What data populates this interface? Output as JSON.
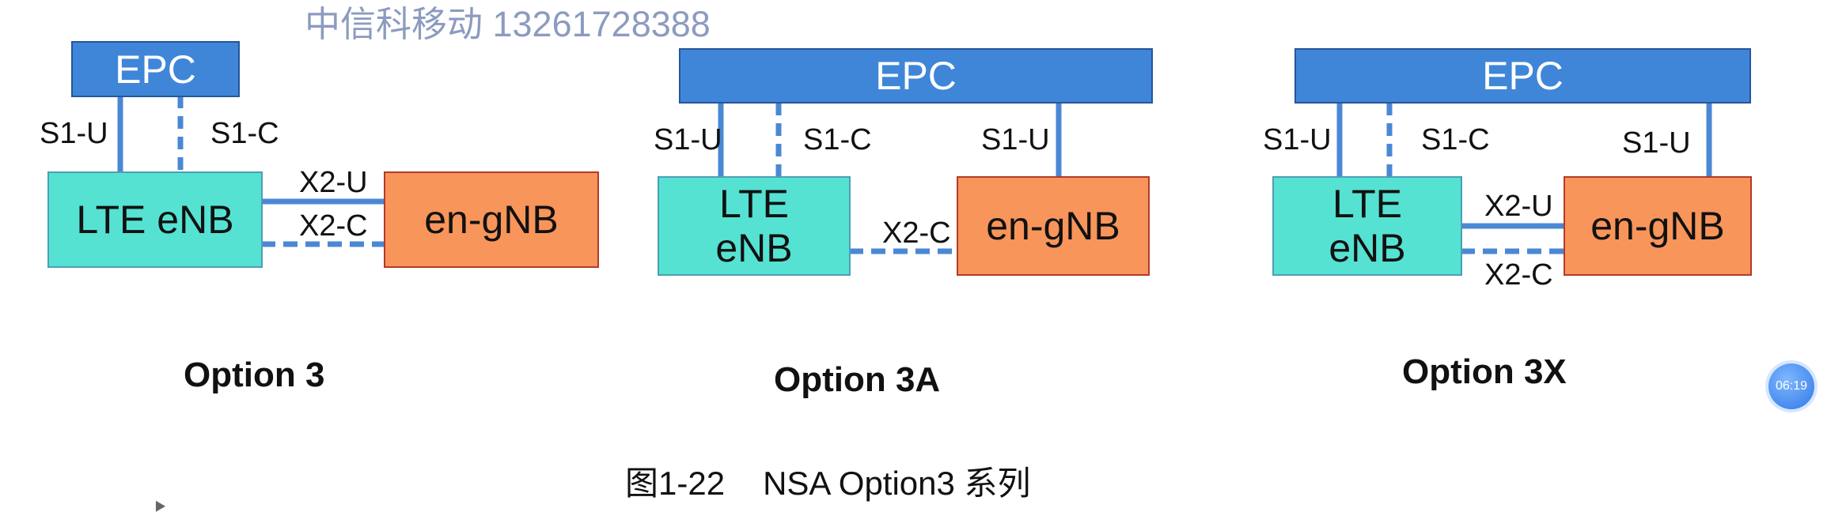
{
  "watermark": "中信科移动 13261728388",
  "caption": {
    "figure": "图1-22",
    "title": "NSA Option3 系列"
  },
  "timer": "06:19",
  "options": [
    {
      "title": "Option 3",
      "epc": "EPC",
      "lte": "LTE eNB",
      "gnb": "en-gNB",
      "labels": {
        "s1u": "S1-U",
        "s1c": "S1-C",
        "x2u": "X2-U",
        "x2c": "X2-C"
      }
    },
    {
      "title": "Option 3A",
      "epc": "EPC",
      "lte": "LTE\neNB",
      "gnb": "en-gNB",
      "labels": {
        "s1u": "S1-U",
        "s1c": "S1-C",
        "s1u_gnb": "S1-U",
        "x2c": "X2-C"
      }
    },
    {
      "title": "Option 3X",
      "epc": "EPC",
      "lte": "LTE\neNB",
      "gnb": "en-gNB",
      "labels": {
        "s1u": "S1-U",
        "s1c": "S1-C",
        "s1u_gnb": "S1-U",
        "x2u": "X2-U",
        "x2c": "X2-C"
      }
    }
  ],
  "colors": {
    "epc_fill": "#3f86d8",
    "lte_fill": "#55e2d2",
    "gnb_fill": "#f8955a",
    "link": "#4a88d4"
  }
}
